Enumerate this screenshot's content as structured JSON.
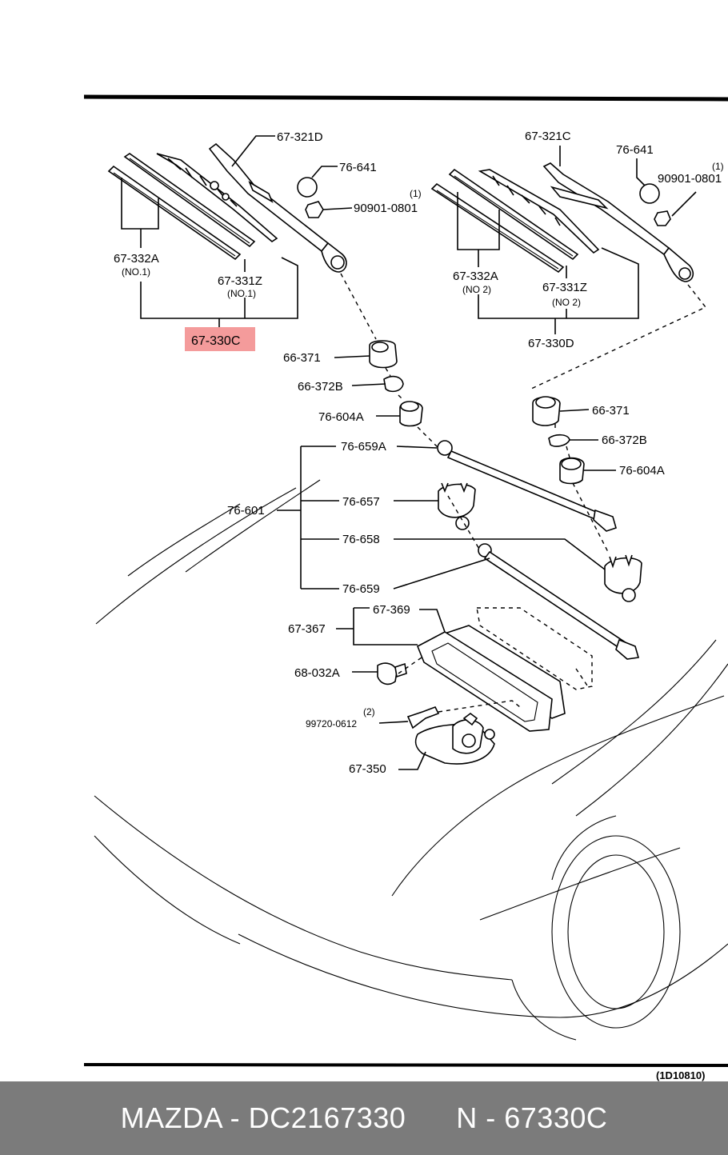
{
  "caption": {
    "text": "MAZDA - DC2167330      N - 67330C"
  },
  "diagram": {
    "code": "(1D10810)",
    "highlight_color": "#f49b9b",
    "highlighted_part": "67-330C",
    "labels": {
      "p67_321D": "67-321D",
      "p76_641_left": "76-641",
      "p90901_left": "90901-0801",
      "q1_left": "(1)",
      "p67_332A_left": "67-332A",
      "no1_left_a": "(NO.1)",
      "p67_331Z_left": "67-331Z",
      "no1_left_b": "(NO.1)",
      "p67_330C": "67-330C",
      "p67_321C": "67-321C",
      "p76_641_right": "76-641",
      "q1_right": "(1)",
      "p90901_right": "90901-0801",
      "p67_332A_right": "67-332A",
      "no2_right_a": "(NO 2)",
      "p67_331Z_right": "67-331Z",
      "no2_right_b": "(NO 2)",
      "p67_330D": "67-330D",
      "p66_371_left": "66-371",
      "p66_372B_left": "66-372B",
      "p76_604A_left": "76-604A",
      "p76_659A": "76-659A",
      "p66_371_right": "66-371",
      "p66_372B_right": "66-372B",
      "p76_604A_right": "76-604A",
      "p76_601": "76-601",
      "p76_657": "76-657",
      "p76_658": "76-658",
      "p76_659": "76-659",
      "p67_369": "67-369",
      "p67_367": "67-367",
      "p68_032A": "68-032A",
      "q2": "(2)",
      "p99720": "99720-0612",
      "p67_350": "67-350"
    }
  }
}
